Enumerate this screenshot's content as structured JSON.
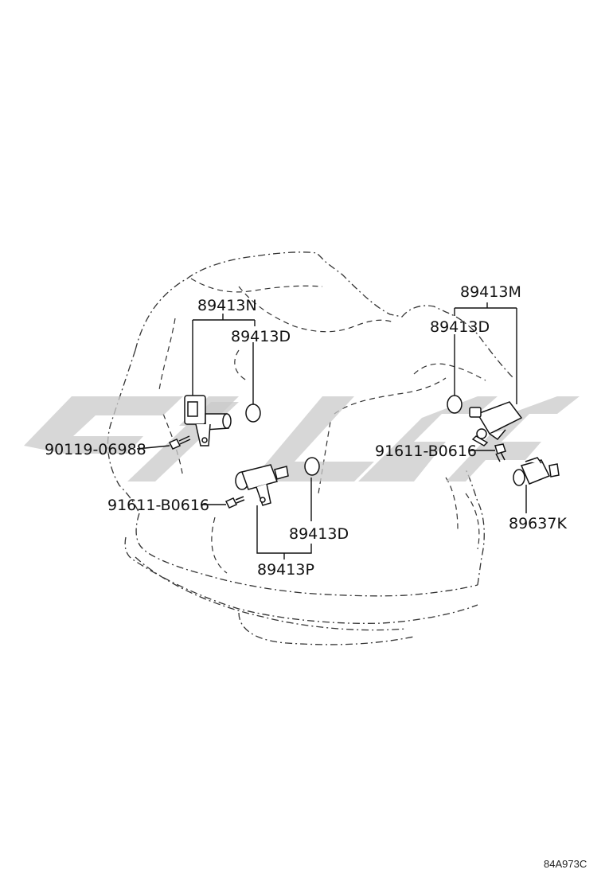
{
  "callouts": {
    "sensor_left": "89413N",
    "oring_left": "89413D",
    "bolt_left": "90119-06988",
    "bolt_center": "91611-B0616",
    "oring_center": "89413D",
    "sensor_center": "89413P",
    "sensor_right": "89413M",
    "oring_right": "89413D",
    "bolt_right": "91611-B0616",
    "switch_right": "89637K"
  },
  "drawing_code": "84A973C",
  "watermark": {
    "color": "#c9c9c9"
  }
}
